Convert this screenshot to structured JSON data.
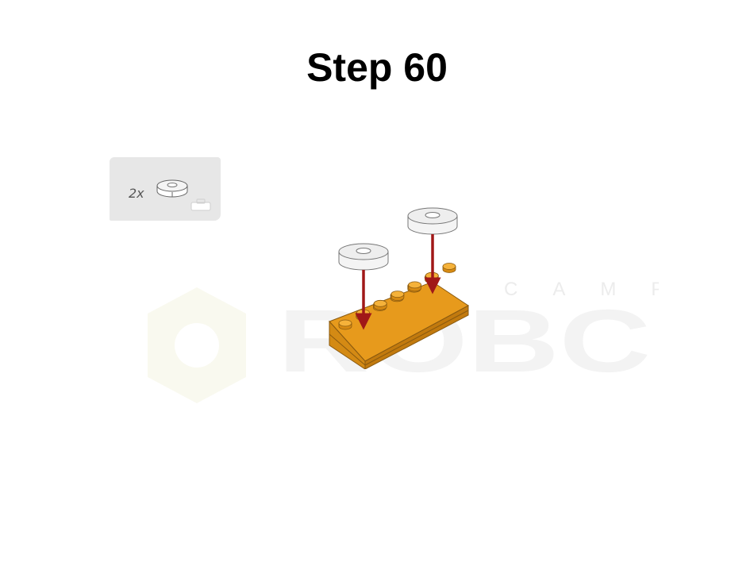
{
  "step": {
    "title": "Step 60"
  },
  "parts_list": {
    "quantity": "2x",
    "part_icon": "round-tile-1x1-white-icon",
    "storage_icon": "toolbox-icon"
  },
  "watermark": {
    "logo_icon": "hexagon-logo-icon",
    "brand_top": "CAMP",
    "brand_main": "ROBC"
  },
  "colors": {
    "brick": "#f0a020",
    "brick_dark": "#c87a10",
    "tile": "#f2f2f2",
    "arrow": "#a01818",
    "panel": "#e7e7e7"
  }
}
